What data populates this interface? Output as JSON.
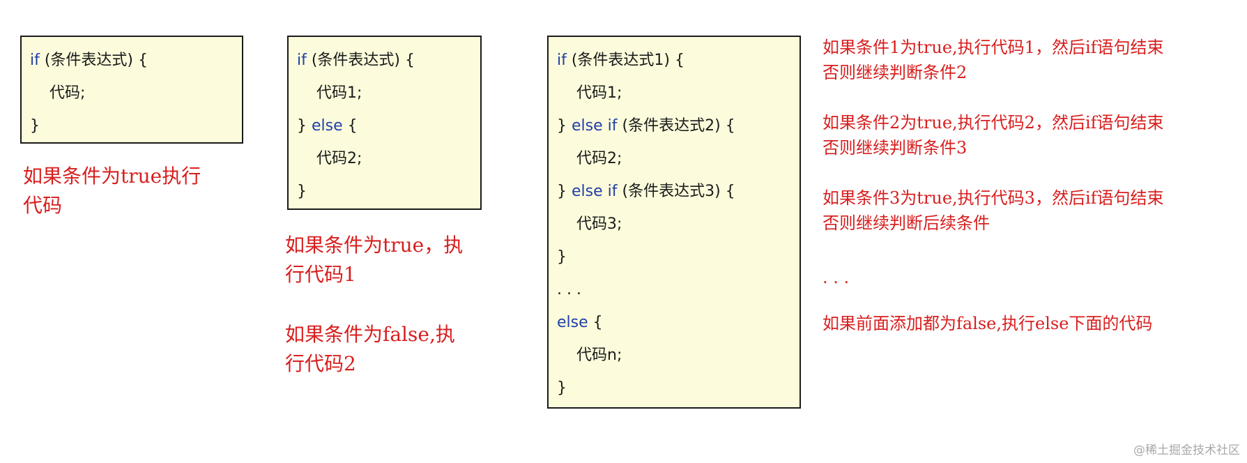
{
  "box1": {
    "lines": [
      {
        "kw_before": "if",
        "text": " (条件表达式) {",
        "indent": false
      },
      {
        "kw_before": "",
        "text": "代码;",
        "indent": true
      },
      {
        "kw_before": "",
        "text": "}",
        "indent": false
      }
    ]
  },
  "box2": {
    "lines": [
      {
        "kw_before": "if",
        "text": " (条件表达式) {",
        "indent": false
      },
      {
        "kw_before": "",
        "text": "代码1;",
        "indent": true
      },
      {
        "prefix": "} ",
        "kw_after": "else",
        "text": " {",
        "indent": false
      },
      {
        "kw_before": "",
        "text": "代码2;",
        "indent": true
      },
      {
        "kw_before": "",
        "text": "}",
        "indent": false
      }
    ]
  },
  "box3": {
    "lines": [
      {
        "kw_before": "if",
        "text": " (条件表达式1) {",
        "indent": false
      },
      {
        "kw_before": "",
        "text": "代码1;",
        "indent": true
      },
      {
        "prefix": "} ",
        "kw_after": "else if",
        "text": " (条件表达式2) {",
        "indent": false
      },
      {
        "kw_before": "",
        "text": "代码2;",
        "indent": true
      },
      {
        "prefix": "} ",
        "kw_after": "else if",
        "text": " (条件表达式3) {",
        "indent": false
      },
      {
        "kw_before": "",
        "text": "代码3;",
        "indent": true
      },
      {
        "kw_before": "",
        "text": "}",
        "indent": false
      },
      {
        "kw_before": "",
        "text": ". . .",
        "indent": false
      },
      {
        "kw_before": "else",
        "text": " {",
        "indent": false
      },
      {
        "kw_before": "",
        "text": "代码n;",
        "indent": true
      },
      {
        "kw_before": "",
        "text": "}",
        "indent": false
      }
    ]
  },
  "desc1": "如果条件为true执行\n代码",
  "desc2a": "如果条件为true，执\n行代码1",
  "desc2b": "如果条件为false,执\n行代码2",
  "desc3": [
    "如果条件1为true,执行代码1，然后if语句结束\n否则继续判断条件2",
    "如果条件2为true,执行代码2，然后if语句结束\n否则继续判断条件3",
    "如果条件3为true,执行代码3，然后if语句结束\n否则继续判断后续条件",
    ". . .",
    "如果前面添加都为false,执行else下面的代码"
  ],
  "watermark": "@稀土掘金技术社区",
  "colors": {
    "keyword": "#1f3fa8",
    "description": "#d81e1e",
    "box_background": "#fcfcdc"
  }
}
